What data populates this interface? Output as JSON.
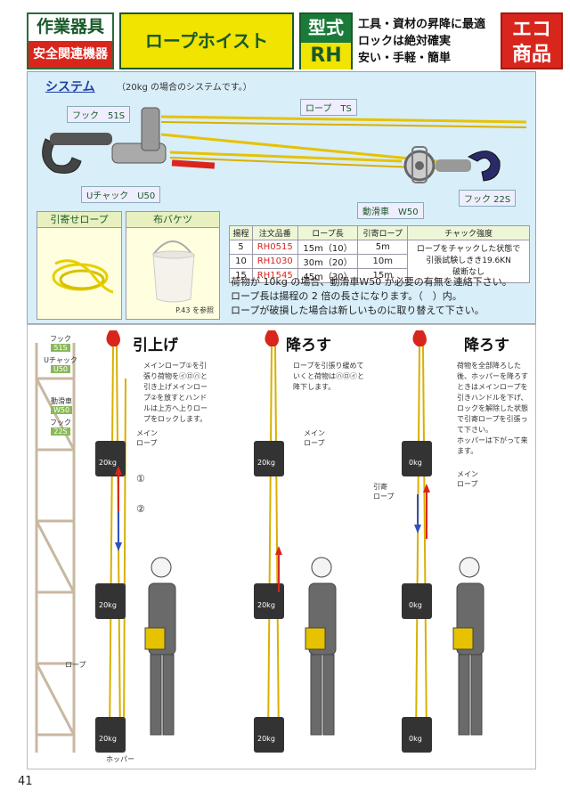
{
  "header": {
    "category_top": "作業器具",
    "category_bottom": "安全関連機器",
    "product_name": "ロープホイスト",
    "model_label": "型式",
    "model_code": "RH",
    "features": [
      "工具・資材の昇降に最適",
      "ロックは絶対確実",
      "安い・手軽・簡単"
    ],
    "eco_line1": "エコ",
    "eco_line2": "商品"
  },
  "system": {
    "title": "システム",
    "note": "（20kg の場合のシステムです。）",
    "labels": {
      "hook_51s": "フック　51S",
      "rope_ts": "ロープ　TS",
      "u_chuck": "Uチャック　U50",
      "pulley": "動滑車　W50",
      "hook_22s": "フック 22S"
    },
    "accessory_rope": "引寄せロープ",
    "accessory_bucket": "布バケツ",
    "bucket_ref": "P.43 を参照"
  },
  "spec_table": {
    "headers": [
      "揚程",
      "注文品番",
      "ロープ長",
      "引寄ロープ",
      "チャック強度"
    ],
    "rows": [
      {
        "lift": "5",
        "code": "RH0515",
        "rope": "15m（10）",
        "pull": "5m"
      },
      {
        "lift": "10",
        "code": "RH1030",
        "rope": "30m（20）",
        "pull": "10m"
      },
      {
        "lift": "15",
        "code": "RH1545",
        "rope": "45m（30）",
        "pull": "15m"
      }
    ],
    "strength": [
      "ロープをチャックした状態で",
      "引張試験しきき19.6KN",
      "破断なし"
    ]
  },
  "notes": [
    "荷物が 10kg の場合、動滑車W50 が必要の有無を連絡下さい。",
    "ロープ長は揚程の 2 倍の長さになります。（　）内。",
    "ロープが破損した場合は新しいものに取り替えて下さい。"
  ],
  "operations": {
    "left_legend": {
      "hook": "フック",
      "hook_code": "51S",
      "chuck": "Uチャック",
      "chuck_code": "U50",
      "pulley": "動滑車",
      "pulley_code": "W50",
      "hook2": "フック",
      "hook2_code": "22S"
    },
    "lift_title": "引上げ",
    "lift_desc": [
      "メインロープ①を引",
      "張り荷物を㋑㋺㋩と",
      "引き上げメインロー",
      "プ②を放すとハンド",
      "ルは上方へ上りロー",
      "プをロックします。"
    ],
    "main_rope": "メイン\nロープ",
    "rope_label": "ロープ",
    "hopper": "ホッパー",
    "mark_1": "①",
    "mark_2": "②",
    "lower1_title": "降ろす",
    "lower1_desc": [
      "ロープを引張り緩めて",
      "いくと荷物は㋩㋺㋑と",
      "降下します。"
    ],
    "lower2_title": "降ろす",
    "lower2_desc": [
      "荷物を全部降ろした",
      "後、ホッパーを降ろす",
      "ときはメインロープを",
      "引きハンドルを下げ、",
      "ロックを解除した状態",
      "で引寄ロープを引張っ",
      "て下さい。",
      "ホッパーは下がって来",
      "ます。"
    ],
    "pull_rope": "引寄\nロープ",
    "weight_20": "20kg",
    "weight_0": "0kg"
  },
  "page_number": "41"
}
